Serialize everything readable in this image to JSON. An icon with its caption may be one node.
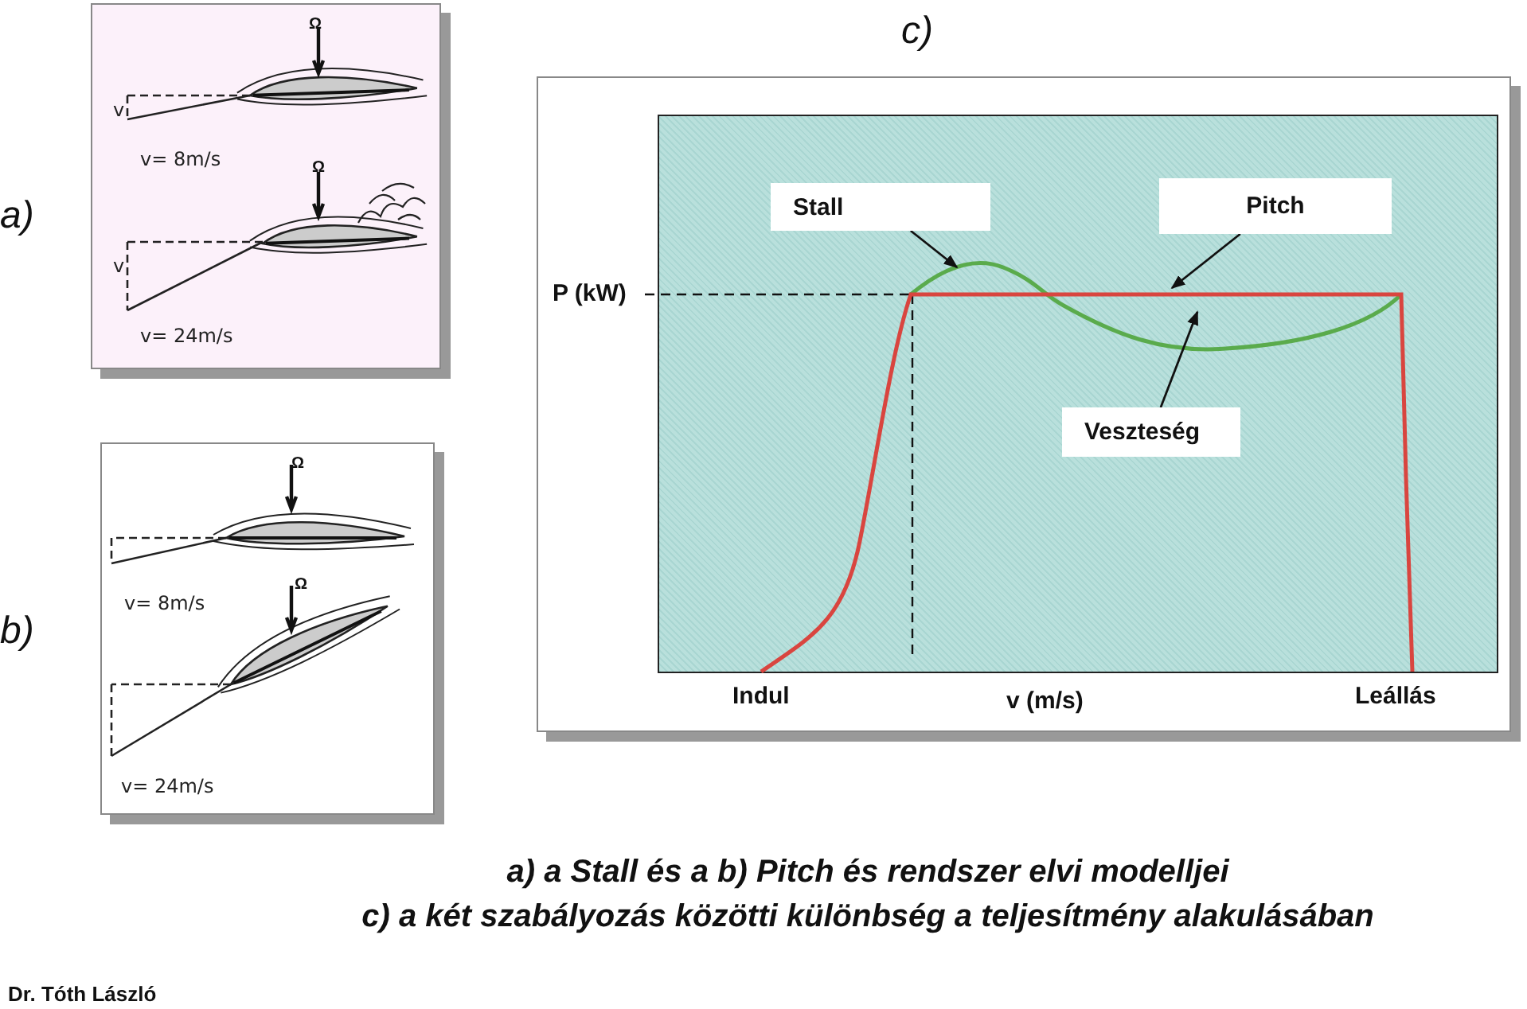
{
  "diagram": {
    "nodes": [
      {
        "text": [
          "Stall"
        ]
      },
      {
        "text": [
          "Pitch"
        ]
      },
      {
        "text": [
          "Veszteség"
        ]
      }
    ],
    "edges": [
      {
        "from": 0,
        "to": null,
        "arrow": "to"
      },
      {
        "from": 1,
        "to": null,
        "arrow": "to"
      },
      {
        "from": 2,
        "to": null,
        "arrow": "to"
      }
    ],
    "labels": [
      "a)",
      "Ω",
      "v",
      "v= 8m/s",
      "Ω",
      "v",
      "v= 24m/s",
      "c)",
      "b)",
      "Ω",
      "v= 8m/s",
      "Ω",
      "v= 24m/s",
      "P (kW)",
      "Indul",
      "v (m/s)",
      "Leállás",
      "a) a Stall és a b) Pitch és rendszer elvi modelljei",
      "c) a két szabályozás közötti különbség a teljesítmény alakulásában",
      "Dr. Tóth László"
    ]
  }
}
